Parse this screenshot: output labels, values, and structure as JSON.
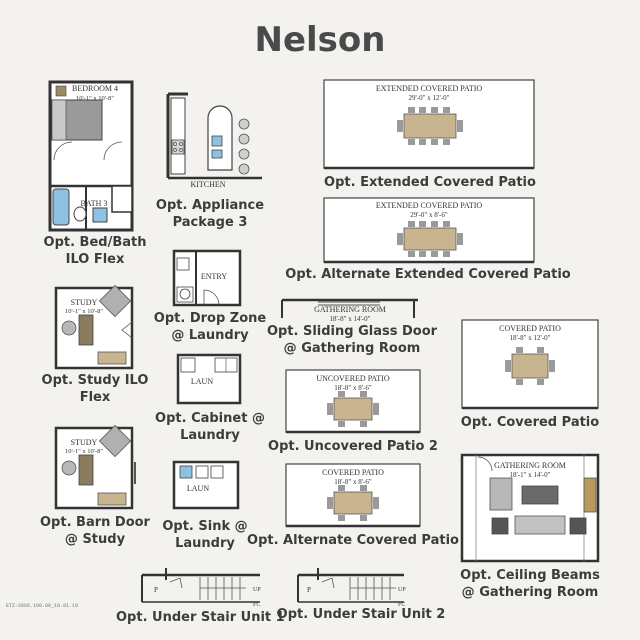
{
  "title": "Nelson",
  "drawing_code": "ETZ-2066.100.00_10.01.19",
  "plans": {
    "bed_bath": {
      "caption_1": "Opt. Bed/Bath",
      "caption_2": "ILO Flex",
      "room_1": "BEDROOM 4",
      "room_1_dim": "10'-1\" x 10'-8\"",
      "room_2": "BATH 3"
    },
    "appliance": {
      "caption_1": "Opt. Appliance",
      "caption_2": "Package 3",
      "room": "KITCHEN"
    },
    "ext_patio": {
      "caption": "Opt. Extended Covered Patio",
      "room": "EXTENDED COVERED PATIO",
      "dim": "29'-0\" x 12'-0\""
    },
    "alt_ext_patio": {
      "caption": "Opt. Alternate Extended Covered Patio",
      "room": "EXTENDED COVERED PATIO",
      "dim": "29'-0\" x 8'-6\""
    },
    "drop_zone": {
      "caption_1": "Opt. Drop Zone",
      "caption_2": "@ Laundry",
      "room": "ENTRY"
    },
    "sliding_door": {
      "caption_1": "Opt. Sliding Glass Door",
      "caption_2": "@ Gathering Room",
      "room": "GATHERING ROOM",
      "dim": "18'-8\" x 14'-0\""
    },
    "covered_patio": {
      "caption": "Opt. Covered Patio",
      "room": "COVERED PATIO",
      "dim": "18'-8\" x 12'-0\""
    },
    "study_ilo": {
      "caption_1": "Opt. Study ILO",
      "caption_2": "Flex",
      "room": "STUDY",
      "dim": "10'-1\" x 10'-8\""
    },
    "cabinet": {
      "caption_1": "Opt. Cabinet @",
      "caption_2": "Laundry",
      "room": "LAUN"
    },
    "uncovered_patio": {
      "caption": "Opt. Uncovered Patio 2",
      "room": "UNCOVERED PATIO",
      "dim": "18'-8\" x 8'-6\""
    },
    "barn_door": {
      "caption_1": "Opt. Barn Door",
      "caption_2": "@ Study",
      "room": "STUDY",
      "dim": "10'-1\" x 10'-8\""
    },
    "sink": {
      "caption_1": "Opt. Sink @",
      "caption_2": "Laundry",
      "room": "LAUN"
    },
    "alt_covered_patio": {
      "caption": "Opt. Alternate Covered Patio",
      "room": "COVERED PATIO",
      "dim": "18'-8\" x 8'-6\""
    },
    "ceiling_beams": {
      "caption_1": "Opt. Ceiling Beams",
      "caption_2": "@ Gathering Room",
      "room": "GATHERING ROOM",
      "dim": "18'-1\" x 14'-0\""
    },
    "stair_1": {
      "caption": "Opt. Under Stair Unit 1",
      "label_p": "P",
      "label_up": "UP",
      "label_fc": "FC"
    },
    "stair_2": {
      "caption": "Opt. Under Stair Unit 2",
      "label_p": "P",
      "label_up": "UP",
      "label_fc": "FC"
    }
  }
}
